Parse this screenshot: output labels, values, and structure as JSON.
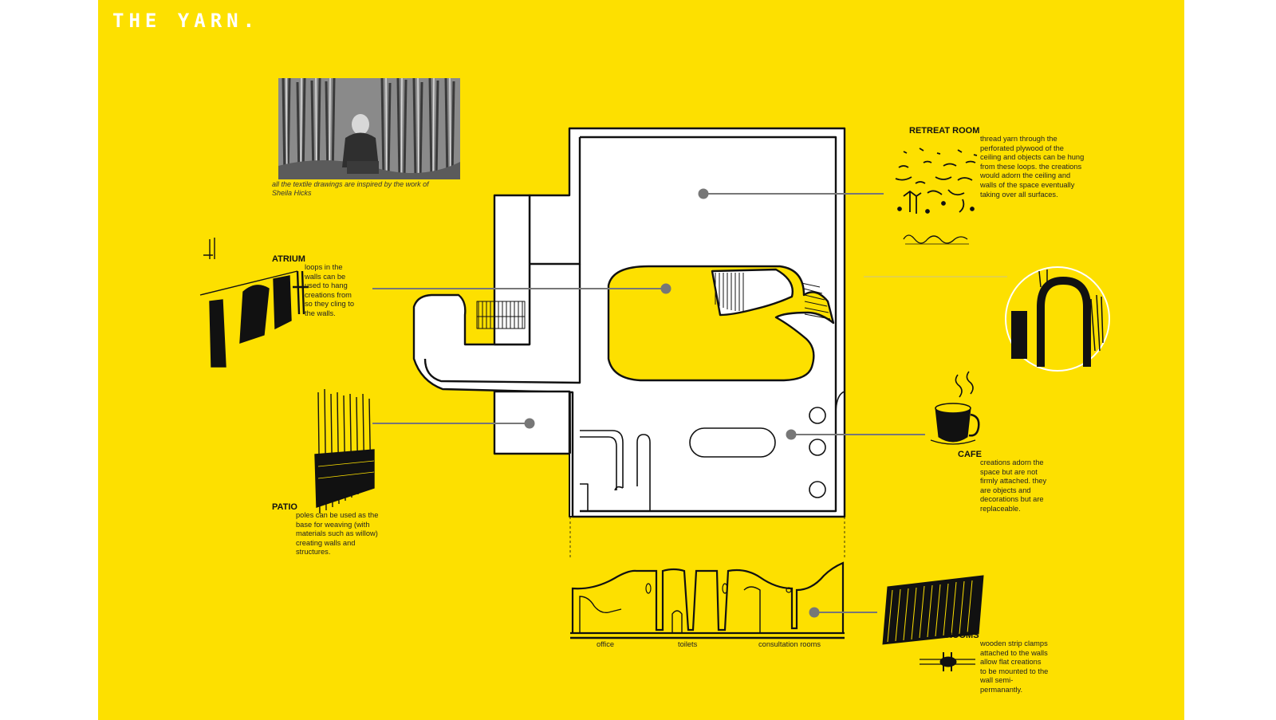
{
  "title": "THE YARN.",
  "photo_caption": "all the textile drawings are inspired by the work of Sheila Hicks",
  "zones": {
    "retreat_room": {
      "label": "RETREAT ROOM",
      "text": "thread yarn through the perforated plywood of the ceiling and objects can be hung from these loops. the creations would adorn the ceiling and walls of the space eventually taking over all surfaces."
    },
    "atrium": {
      "label": "ATRIUM",
      "text": "loops in the walls can be used to hang creations from so they cling to the walls."
    },
    "patio": {
      "label": "PATIO",
      "text": "poles can be used as the base for weaving (with materials such as willow) creating walls and structures."
    },
    "cafe": {
      "label": "CAFE",
      "text": "creations adorn the space but are not firmly attached. they are objects and decorations but are replaceable."
    },
    "rooms": {
      "label": "ROOMS",
      "text": "wooden strip clamps attached to the walls allow flat creations to be mounted to the wall semi-permanantly."
    }
  },
  "section_labels": [
    "office",
    "toilets",
    "consultation rooms"
  ],
  "colors": {
    "background": "#fde000",
    "title": "#ffffff",
    "leader_line": "#777777",
    "ink": "#111111"
  },
  "icons": [
    "photo-of-artist",
    "atrium-textile-sketch",
    "patio-weaving-sketch",
    "retreat-room-sketch",
    "arch-circle-sketch",
    "cafe-cup-sketch",
    "rooms-clamp-sketch"
  ]
}
